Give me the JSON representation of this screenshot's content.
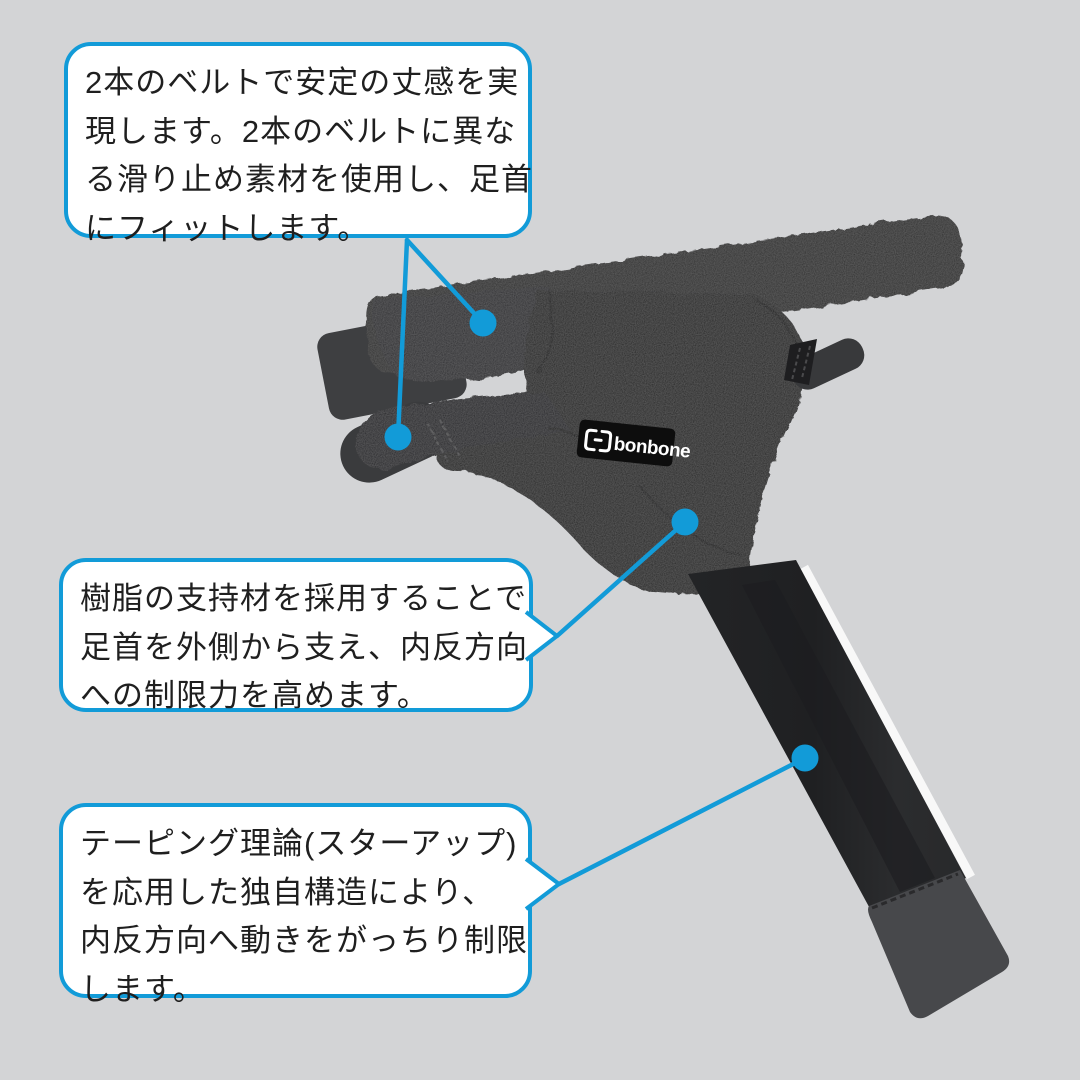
{
  "colors": {
    "accent": "#129bd8",
    "bg": "#d3d4d6",
    "ink": "#1f1f1f",
    "brace-dark": "#202022",
    "strap-gray": "#3e3f41",
    "webbing": "#28292b",
    "cap-gray": "#47484b",
    "label-bg": "#0d0d0d",
    "label-text": "#ffffff",
    "stripe": "#f8f8f8"
  },
  "product": {
    "brand": "bonbone",
    "type": "ankle-support-brace"
  },
  "callouts": [
    {
      "id": "two-belts",
      "lines": [
        "2本のベルトで安定の丈感を実",
        "現します。2本のベルトに異な",
        "る滑り止め素材を使用し、足首",
        "にフィットします。"
      ],
      "targets": [
        "upper-belt-dot",
        "lower-belt-dot"
      ]
    },
    {
      "id": "resin-support",
      "lines": [
        "樹脂の支持材を採用することで",
        "足首を外側から支え、内反方向",
        "への制限力を高めます。"
      ],
      "targets": [
        "body-side-dot"
      ]
    },
    {
      "id": "taping-theory",
      "lines": [
        "テーピング理論(スターアップ)",
        "を応用した独自構造により、",
        "内反方向へ動きをがっちり制限",
        "します。"
      ],
      "targets": [
        "strap-dot"
      ]
    }
  ]
}
